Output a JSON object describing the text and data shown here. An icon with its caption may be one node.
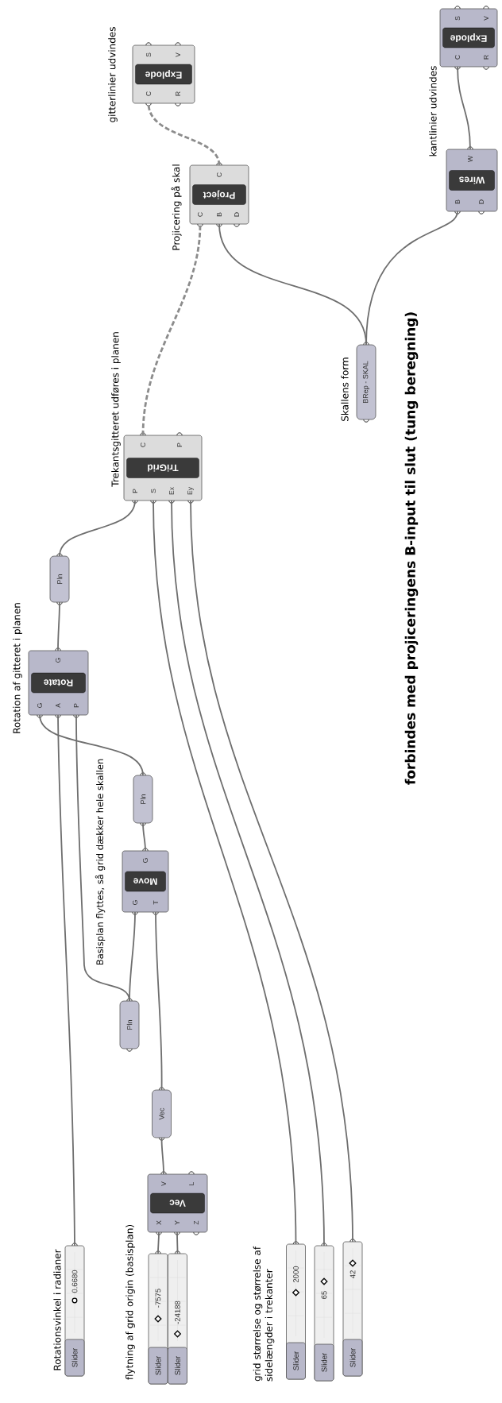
{
  "diagram": {
    "nodes": [
      {
        "text": [
          "Slider",
          "0.6680"
        ],
        "beside": [
          "Rotationsvinkel i radianer"
        ]
      },
      {
        "text": [
          "Slider",
          "-7575"
        ]
      },
      {
        "text": [
          "Slider",
          "-24188"
        ]
      },
      {
        "text": [
          "Slider",
          "2000"
        ]
      },
      {
        "text": [
          "Slider",
          "65"
        ]
      },
      {
        "text": [
          "Slider",
          "42"
        ]
      },
      {
        "text": [
          "Vec",
          "X",
          "Y",
          "Z",
          "V",
          "L"
        ]
      },
      {
        "text": [
          "Vec"
        ]
      },
      {
        "text": [
          "Pln"
        ]
      },
      {
        "text": [
          "Move",
          "G",
          "T",
          "G"
        ]
      },
      {
        "text": [
          "Pln"
        ]
      },
      {
        "text": [
          "Rotate",
          "G",
          "A",
          "P",
          "G"
        ],
        "beside": [
          "Rotation af gitteret i planen"
        ]
      },
      {
        "text": [
          "Pln"
        ]
      },
      {
        "text": [
          "TriGrid",
          "P",
          "S",
          "Ex",
          "Ey",
          "C",
          "P"
        ],
        "beside": [
          "Trekantsgitteret udføres i planen"
        ]
      },
      {
        "text": [
          "BRep - SKAL"
        ],
        "beside": [
          "Skallens form"
        ]
      },
      {
        "text": [
          "Project",
          "C",
          "B",
          "D",
          "C"
        ],
        "beside": [
          "Projicering på skal"
        ]
      },
      {
        "text": [
          "Explode",
          "C",
          "R",
          "S",
          "V"
        ],
        "beside": [
          "gitterlinier udvindes"
        ]
      },
      {
        "text": [
          "Wires",
          "B",
          "D",
          "W"
        ]
      },
      {
        "text": [
          "Explode",
          "C",
          "R",
          "S",
          "V"
        ],
        "beside": [
          "kantlinier udvindes"
        ]
      }
    ],
    "edges": [
      {
        "from": 0,
        "to": 11,
        "arrow": "none"
      },
      {
        "from": 1,
        "to": 6,
        "arrow": "none"
      },
      {
        "from": 2,
        "to": 6,
        "arrow": "none"
      },
      {
        "from": 6,
        "to": 7,
        "arrow": "none"
      },
      {
        "from": 7,
        "to": 9,
        "arrow": "none"
      },
      {
        "from": 8,
        "to": 9,
        "arrow": "none"
      },
      {
        "from": 8,
        "to": 11,
        "arrow": "none"
      },
      {
        "from": 9,
        "to": 10,
        "arrow": "none"
      },
      {
        "from": 10,
        "to": 11,
        "arrow": "none"
      },
      {
        "from": 11,
        "to": 12,
        "arrow": "none"
      },
      {
        "from": 12,
        "to": 13,
        "arrow": "none"
      },
      {
        "from": 3,
        "to": 13,
        "arrow": "none"
      },
      {
        "from": 4,
        "to": 13,
        "arrow": "none"
      },
      {
        "from": 5,
        "to": 13,
        "arrow": "none"
      },
      {
        "from": 13,
        "to": 15,
        "arrow": "none",
        "style": "dashed"
      },
      {
        "from": 15,
        "to": 16,
        "arrow": "none",
        "style": "dashed"
      },
      {
        "from": 14,
        "to": 15,
        "arrow": "none"
      },
      {
        "from": 14,
        "to": 17,
        "arrow": "none"
      },
      {
        "from": 17,
        "to": 18,
        "arrow": "none"
      }
    ],
    "labels": [
      "Basisplan flyttes, så grid dækker hele skallen",
      "flytning af grid origin (basisplan)",
      "grid størrelse og størrelse af sidelængder i trekanter",
      "forbindes med projiceringens B-input til slut (tung beregning)"
    ]
  }
}
